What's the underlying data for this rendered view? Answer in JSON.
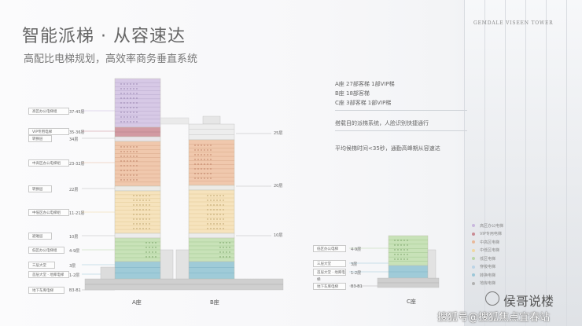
{
  "title": "智能派梯 · 从容速达",
  "subtitle": "高配比电梯规划，高效率商务垂直系统",
  "brand": "GEMDALE VISEEN TOWER",
  "info": {
    "zone_a": "A座  27部客梯   1部VIP梯",
    "zone_b": "B座  18部客梯",
    "zone_c": "C座   3部客梯   1部VIP梯",
    "dispatch": "搭载目的派梯系统，人脸识别快捷通行",
    "wait_time": "平均候梯时间<35秒，通勤高峰期从容速达"
  },
  "zones_left": [
    {
      "label": "高区办公电梯组",
      "floors": "37-45层"
    },
    {
      "label": "VIP专用电梯",
      "floors": "35-36层"
    },
    {
      "label": "转换层",
      "floors": "34层"
    },
    {
      "label": "中高区办公电梯组",
      "floors": "23-32层"
    },
    {
      "label": "转换层",
      "floors": "22层"
    },
    {
      "label": "中低区办公电梯组",
      "floors": "11-21层"
    },
    {
      "label": "避难层",
      "floors": "10层"
    },
    {
      "label": "低区办公电梯组",
      "floors": "4-9层"
    },
    {
      "label": "三层大堂",
      "floors": "3层"
    },
    {
      "label": "首层大堂 · 地库电梯",
      "floors": "1-2层"
    },
    {
      "label": "地下车库电梯",
      "floors": "B3-B1"
    }
  ],
  "tower_b_floors": [
    {
      "floors": "25层"
    },
    {
      "floors": "20层"
    },
    {
      "floors": "10层"
    }
  ],
  "zones_c": [
    {
      "label": "低区办公电梯",
      "floors": "4-9层"
    },
    {
      "label": "三层大堂",
      "floors": "3层"
    },
    {
      "label": "首层大堂 · 地库电梯",
      "floors": "1-2层"
    },
    {
      "label": "地下车库电梯",
      "floors": "B3-B1"
    }
  ],
  "towers": {
    "a": "A座",
    "b": "B座",
    "c": "C座"
  },
  "legend": [
    {
      "label": "高区办公电梯",
      "color": "#c9b8dd"
    },
    {
      "label": "VIP专用电梯",
      "color": "#c98b94"
    },
    {
      "label": "中高区电梯",
      "color": "#e8b89a"
    },
    {
      "label": "中低区电梯",
      "color": "#f0d7a0"
    },
    {
      "label": "低区电梯",
      "color": "#b9d6a8"
    },
    {
      "label": "穿梭电梯",
      "color": "#bcd4e6"
    },
    {
      "label": "转换电梯",
      "color": "#9cc7d8"
    },
    {
      "label": "地库电梯",
      "color": "#b0b0b0"
    }
  ],
  "colors": {
    "high": "#d7c9e6",
    "vip": "#d29aa2",
    "midhigh": "#f0c8ad",
    "midlow": "#f6e3bd",
    "low": "#c8e2b8",
    "shuttle": "#c7dcec",
    "lobby": "#9fcbd8",
    "garage": "#cfcfcf"
  },
  "watermark": "侯哥说楼",
  "footer": "搜狐号@搜狐焦点宜春站"
}
